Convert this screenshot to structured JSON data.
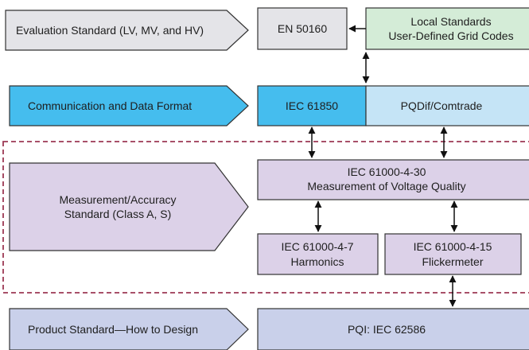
{
  "rows": {
    "evaluation": {
      "label": "Evaluation Standard (LV, MV, and HV)",
      "boxes": {
        "en50160": "EN 50160",
        "local_line1": "Local Standards",
        "local_line2": "User-Defined Grid Codes"
      }
    },
    "communication": {
      "label": "Communication and Data Format",
      "boxes": {
        "iec61850": "IEC 61850",
        "pqdif": "PQDif/Comtrade"
      }
    },
    "measurement": {
      "label_line1": "Measurement/Accuracy",
      "label_line2": "Standard (Class A, S)",
      "boxes": {
        "iec4_30_line1": "IEC 61000-4-30",
        "iec4_30_line2": "Measurement of Voltage Quality",
        "iec4_7_line1": "IEC 61000-4-7",
        "iec4_7_line2": "Harmonics",
        "iec4_15_line1": "IEC 61000-4-15",
        "iec4_15_line2": "Flickermeter"
      }
    },
    "product": {
      "label": "Product Standard—How to Design",
      "boxes": {
        "pqi": "PQI: IEC 62586"
      }
    }
  },
  "colors": {
    "gray_fill": "#e4e4e8",
    "green_fill": "#d4ecd7",
    "blue_fill": "#45bdee",
    "light_blue_fill": "#c5e4f6",
    "lavender_fill": "#dcd1e8",
    "periwinkle_fill": "#c9d0ea",
    "outline": "#333333",
    "dashed_border": "#9c3854"
  },
  "icons": [
    "double-headed-arrow-icon",
    "left-arrow-icon"
  ]
}
